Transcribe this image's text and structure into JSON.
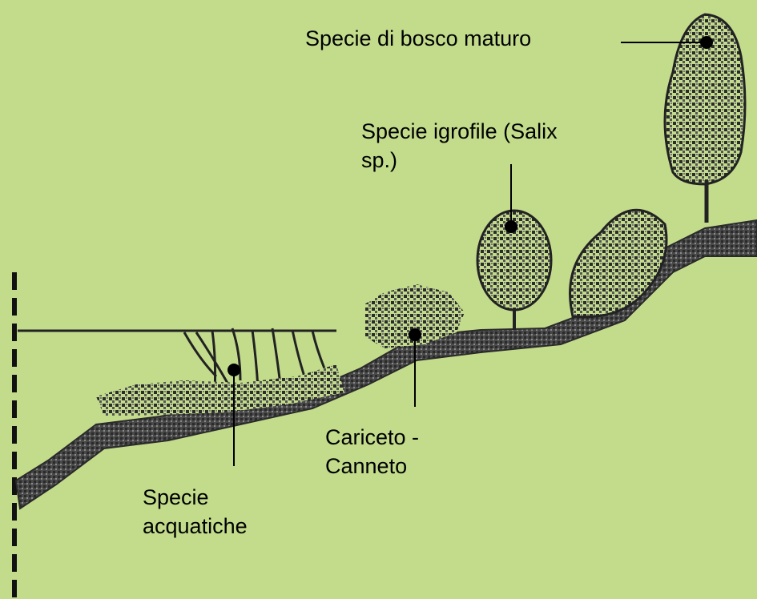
{
  "colors": {
    "background": "#c3dc8c",
    "ink": "#1a1a1a",
    "ground_dark": "#3a3a3a",
    "ground_mid": "#6e6e6e"
  },
  "labels": {
    "bosco": "Specie di bosco maturo",
    "igrofile_line1": "Specie igrofile (Salix",
    "igrofile_line2": "sp.)",
    "cariceto_line1": "Cariceto -",
    "cariceto_line2": "Canneto",
    "acquatiche_line1": "Specie",
    "acquatiche_line2": "acquatiche"
  }
}
